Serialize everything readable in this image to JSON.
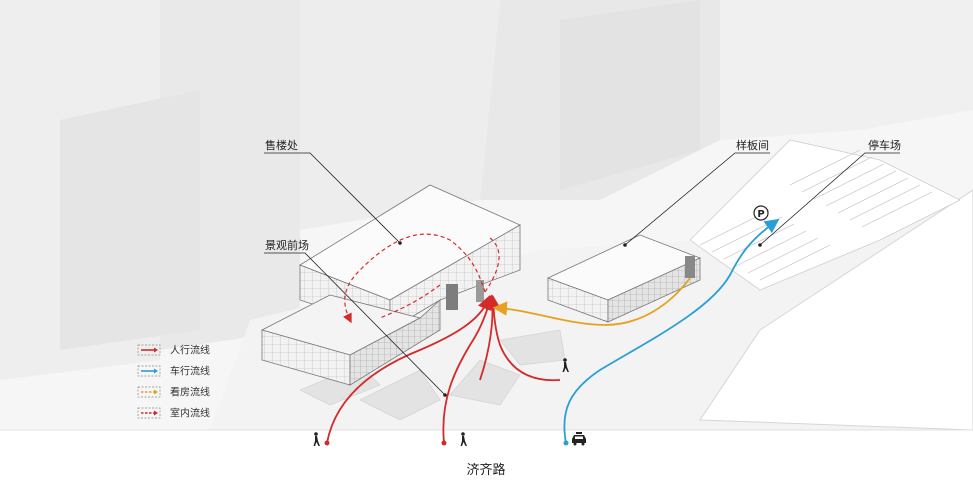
{
  "labels": {
    "sales_office": "售楼处",
    "show_unit": "样板间",
    "parking": "停车场",
    "landscape_plaza": "景观前场",
    "road": "济齐路",
    "parking_symbol": "P"
  },
  "legend": [
    {
      "label": "人行流线",
      "color": "#d42a2a",
      "style": "solid"
    },
    {
      "label": "车行流线",
      "color": "#2a9fd6",
      "style": "solid"
    },
    {
      "label": "看房流线",
      "color": "#e8a020",
      "style": "dashed"
    },
    {
      "label": "室内流线",
      "color": "#d42a2a",
      "style": "dashed"
    }
  ],
  "colors": {
    "pedestrian": "#d42a2a",
    "vehicle": "#2a9fd6",
    "viewing": "#e8a020",
    "indoor": "#d42a2a"
  },
  "icons": [
    "pedestrian-icon",
    "taxi-icon",
    "parking-icon"
  ]
}
